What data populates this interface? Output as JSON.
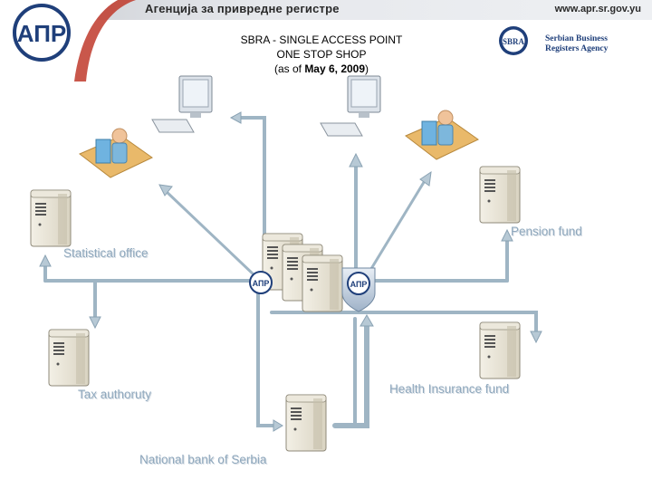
{
  "header": {
    "agency_name": "Агенција за привредне регистре",
    "url": "www.apr.sr.gov.yu",
    "logo_letters": "АПР"
  },
  "title": {
    "line1": "SBRA - SINGLE ACCESS POINT",
    "line2": "ONE STOP SHOP",
    "date_prefix": "(as of ",
    "date": "May 6, 2009",
    "date_suffix": ")"
  },
  "sbra": {
    "abbr": "SBRA",
    "name_line1": "Serbian Business",
    "name_line2": "Registers Agency"
  },
  "nodes": {
    "statistical_office": "Statistical office",
    "pension_fund": "Pension fund",
    "tax_authority": "Tax authoruty",
    "health_insurance": "Health Insurance fund",
    "national_bank": "National bank of Serbia"
  },
  "colors": {
    "arrow": "#9fb5c4",
    "label": "#8fa8bd",
    "brand_blue": "#1f3f7a"
  }
}
